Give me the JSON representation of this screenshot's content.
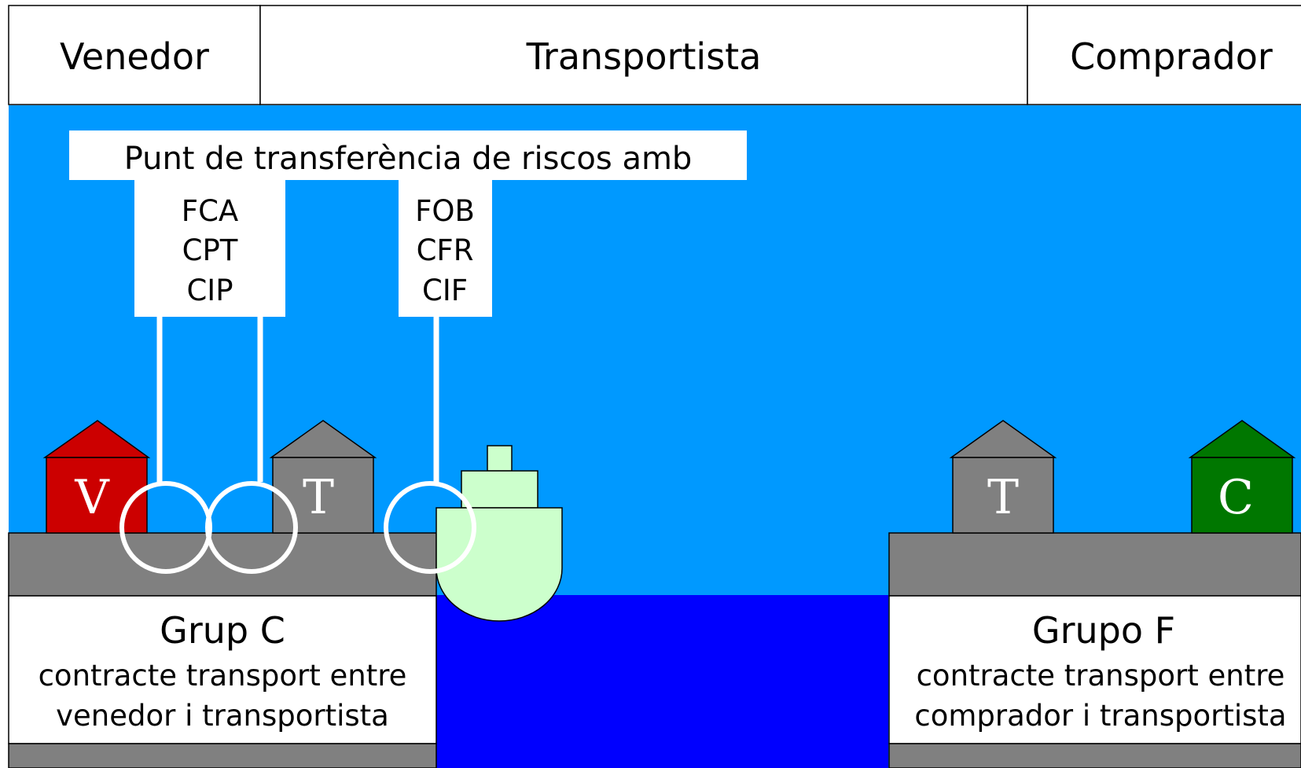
{
  "header": {
    "seller": "Venedor",
    "carrier": "Transportista",
    "buyer": "Comprador"
  },
  "risk_transfer": {
    "title": "Punt de transferència de riscos amb",
    "group_one": [
      "FCA",
      "CPT",
      "CIP"
    ],
    "group_two": [
      "FOB",
      "CFR",
      "CIF"
    ]
  },
  "buildings": {
    "seller_letter": "V",
    "carrier_left_letter": "T",
    "carrier_right_letter": "T",
    "buyer_letter": "C"
  },
  "panels": {
    "left_title": "Grup C",
    "left_line1": "contracte transport entre",
    "left_line2": "venedor i transportista",
    "right_title": "Grupo F",
    "right_line1": "contracte transport entre",
    "right_line2": "comprador i transportista"
  },
  "colors": {
    "sky": "#0099ff",
    "sea": "#0000ff",
    "ground": "#808080",
    "seller_house": "#cc0000",
    "buyer_house": "#007700",
    "carrier_house": "#808080",
    "ship": "#ccffcc"
  }
}
